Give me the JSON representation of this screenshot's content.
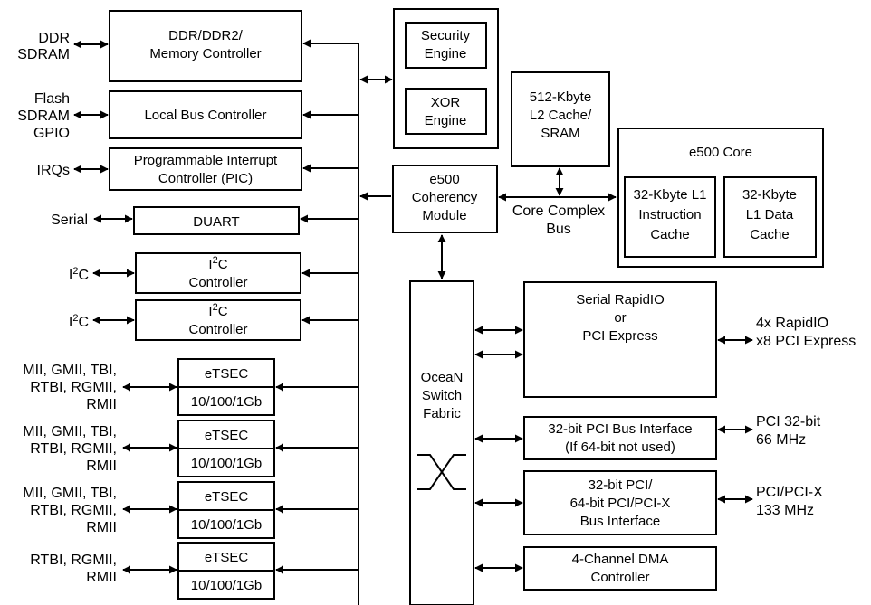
{
  "blocks": {
    "ddr_controller": [
      "DDR/DDR2/",
      "Memory Controller"
    ],
    "local_bus": [
      "Local Bus Controller"
    ],
    "pic": [
      "Programmable Interrupt",
      "Controller (PIC)"
    ],
    "duart": [
      "DUART"
    ],
    "i2c_1": [
      "I2C",
      "Controller"
    ],
    "i2c_2": [
      "I2C",
      "Controller"
    ],
    "etsec": "eTSEC",
    "etsec_speed": "10/100/1Gb",
    "security_engine": [
      "Security",
      "Engine"
    ],
    "xor_engine": [
      "XOR",
      "Engine"
    ],
    "l2_cache": [
      "512-Kbyte",
      "L2 Cache/",
      "SRAM"
    ],
    "coherency_module": [
      "e500",
      "Coherency",
      "Module"
    ],
    "core_complex_bus": [
      "Core Complex",
      "Bus"
    ],
    "e500_core": "e500 Core",
    "l1_instruction": [
      "32-Kbyte L1",
      "Instruction",
      "Cache"
    ],
    "l1_data": [
      "32-Kbyte",
      "L1 Data",
      "Cache"
    ],
    "ocean_fabric": [
      "OceaN",
      "Switch",
      "Fabric"
    ],
    "serial_rapidio": [
      "Serial RapidIO",
      "or",
      "PCI Express"
    ],
    "pci_32": [
      "32-bit PCI Bus Interface",
      "(If 64-bit not used)"
    ],
    "pci_64": [
      "32-bit PCI/",
      "64-bit PCI/PCI-X",
      "Bus Interface"
    ],
    "dma": [
      "4-Channel DMA",
      "Controller"
    ]
  },
  "external_labels": {
    "ddr": [
      "DDR",
      "SDRAM"
    ],
    "flash": [
      "Flash",
      "SDRAM",
      "GPIO"
    ],
    "irqs": "IRQs",
    "serial": "Serial",
    "i2c": "I2C",
    "mii_full": [
      "MII, GMII, TBI,",
      "RTBI, RGMII,",
      "RMII"
    ],
    "mii_short": [
      "RTBI, RGMII,",
      "RMII"
    ],
    "rapidio": [
      "4x RapidIO",
      "x8 PCI Express"
    ],
    "pci_32bit": [
      "PCI 32-bit",
      "66 MHz"
    ],
    "pcix": [
      "PCI/PCI-X",
      "133 MHz"
    ]
  }
}
